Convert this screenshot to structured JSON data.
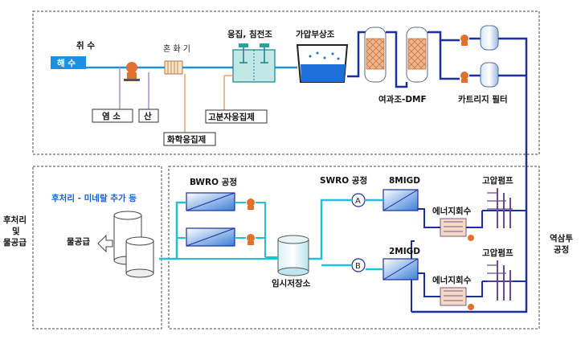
{
  "intake": {
    "title": "취 수",
    "seawater": "해 수"
  },
  "chemicals": {
    "chlorine": "염 소",
    "acid": "산",
    "mixer": "혼 화 기",
    "coagulant": "화학응집제",
    "polymer": "고분자응집제"
  },
  "units": {
    "coag_settle": "응집, 침전조",
    "daf": "가압부상조",
    "dmf": "여과조-DMF",
    "cartridge": "카트리지 필터",
    "bwro": "BWRO 공정",
    "swro": "SWRO 공정",
    "temp_storage": "임시저장소",
    "migd_a": "8MIGD",
    "migd_b": "2MIGD",
    "hp_pump_a": "고압펌프",
    "hp_pump_b": "고압펌프",
    "erd_a": "에너지회수",
    "erd_b": "에너지회수",
    "node_a": "A",
    "node_b": "B"
  },
  "sections": {
    "post_label": "후처리\n및\n물공급",
    "ro_label": "역삼투\n공정",
    "post_treat": "후처리 - 미네랄 추가 등",
    "supply": "물공급"
  },
  "colors": {
    "seawater": "#1f8fe0",
    "ro_line": "#1c2f9c",
    "brine": "#1fc0d8",
    "chem": "#e8a06a",
    "pump": "#e07030",
    "dmf_fill": "#f2b48a"
  }
}
